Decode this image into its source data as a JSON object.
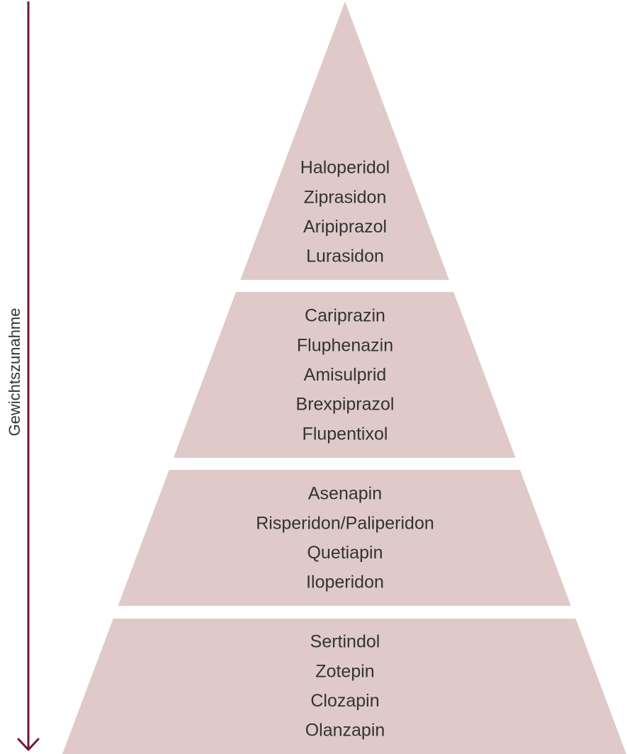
{
  "axis": {
    "label": "Gewichtszunahme",
    "color": "#6e1a37"
  },
  "pyramid": {
    "fill": "#dfcac9",
    "text_color": "#333333",
    "tiers": [
      {
        "items": [
          "Haloperidol",
          "Ziprasidon",
          "Aripiprazol",
          "Lurasidon"
        ]
      },
      {
        "items": [
          "Cariprazin",
          "Fluphenazin",
          "Amisulprid",
          "Brexpiprazol",
          "Flupentixol"
        ]
      },
      {
        "items": [
          "Asenapin",
          "Risperidon/Paliperidon",
          "Quetiapin",
          "Iloperidon"
        ]
      },
      {
        "items": [
          "Sertindol",
          "Zotepin",
          "Clozapin",
          "Olanzapin"
        ]
      }
    ]
  }
}
